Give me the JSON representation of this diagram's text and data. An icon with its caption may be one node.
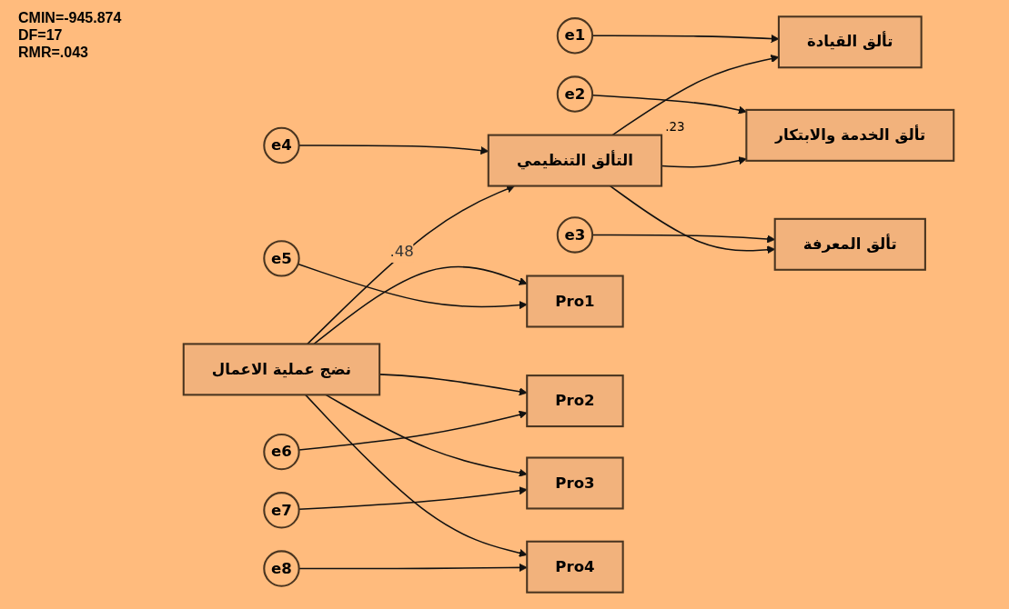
{
  "diagram": {
    "nodes": [
      {
        "text": [
          "e1"
        ]
      },
      {
        "text": [
          "تألق القيادة"
        ]
      },
      {
        "text": [
          "e2"
        ]
      },
      {
        "text": [
          "تألق الخدمة والابتكار"
        ]
      },
      {
        "text": [
          "e3"
        ]
      },
      {
        "text": [
          "تألق المعرفة"
        ]
      },
      {
        "text": [
          "e4"
        ]
      },
      {
        "text": [
          "التألق التنظيمي"
        ],
        "beside": [
          ".23"
        ]
      },
      {
        "text": [
          "نضج عملية الاعمال"
        ]
      },
      {
        "text": [
          "Pro1"
        ]
      },
      {
        "text": [
          "e5"
        ]
      },
      {
        "text": [
          "Pro2"
        ]
      },
      {
        "text": [
          "e6"
        ]
      },
      {
        "text": [
          "Pro3"
        ]
      },
      {
        "text": [
          "e7"
        ]
      },
      {
        "text": [
          "Pro4"
        ]
      },
      {
        "text": [
          "e8"
        ]
      }
    ],
    "edges": [
      {
        "from": 0,
        "to": 1,
        "arrow": "to"
      },
      {
        "from": 2,
        "to": 3,
        "arrow": "to"
      },
      {
        "from": 4,
        "to": 5,
        "arrow": "to"
      },
      {
        "from": 7,
        "to": 1,
        "arrow": "to"
      },
      {
        "from": 7,
        "to": 3,
        "arrow": "to"
      },
      {
        "from": 7,
        "to": 5,
        "arrow": "to"
      },
      {
        "from": 6,
        "to": 7,
        "arrow": "to"
      },
      {
        "from": 8,
        "to": 7,
        "arrow": "to",
        "label": ".48"
      },
      {
        "from": 8,
        "to": 9,
        "arrow": "to"
      },
      {
        "from": 8,
        "to": 11,
        "arrow": "to"
      },
      {
        "from": 8,
        "to": 13,
        "arrow": "to"
      },
      {
        "from": 8,
        "to": 15,
        "arrow": "to"
      },
      {
        "from": 10,
        "to": 9,
        "arrow": "to"
      },
      {
        "from": 12,
        "to": 11,
        "arrow": "to"
      },
      {
        "from": 14,
        "to": 13,
        "arrow": "to"
      },
      {
        "from": 16,
        "to": 15,
        "arrow": "to"
      }
    ],
    "labels": [
      "CMIN=-945.874",
      "DF=17",
      "RMR=.043"
    ]
  }
}
